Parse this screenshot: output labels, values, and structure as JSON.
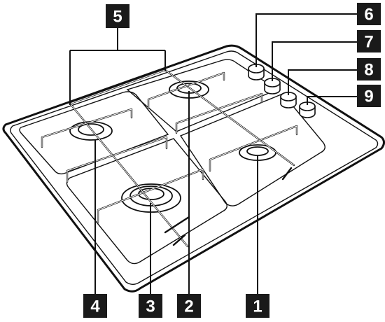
{
  "labels": {
    "l1": "1",
    "l2": "2",
    "l3": "3",
    "l4": "4",
    "l5": "5",
    "l6": "6",
    "l7": "7",
    "l8": "8",
    "l9": "9"
  },
  "colors": {
    "label_background": "#1a1a1a",
    "label_text": "#ffffff",
    "line": "#111111"
  }
}
